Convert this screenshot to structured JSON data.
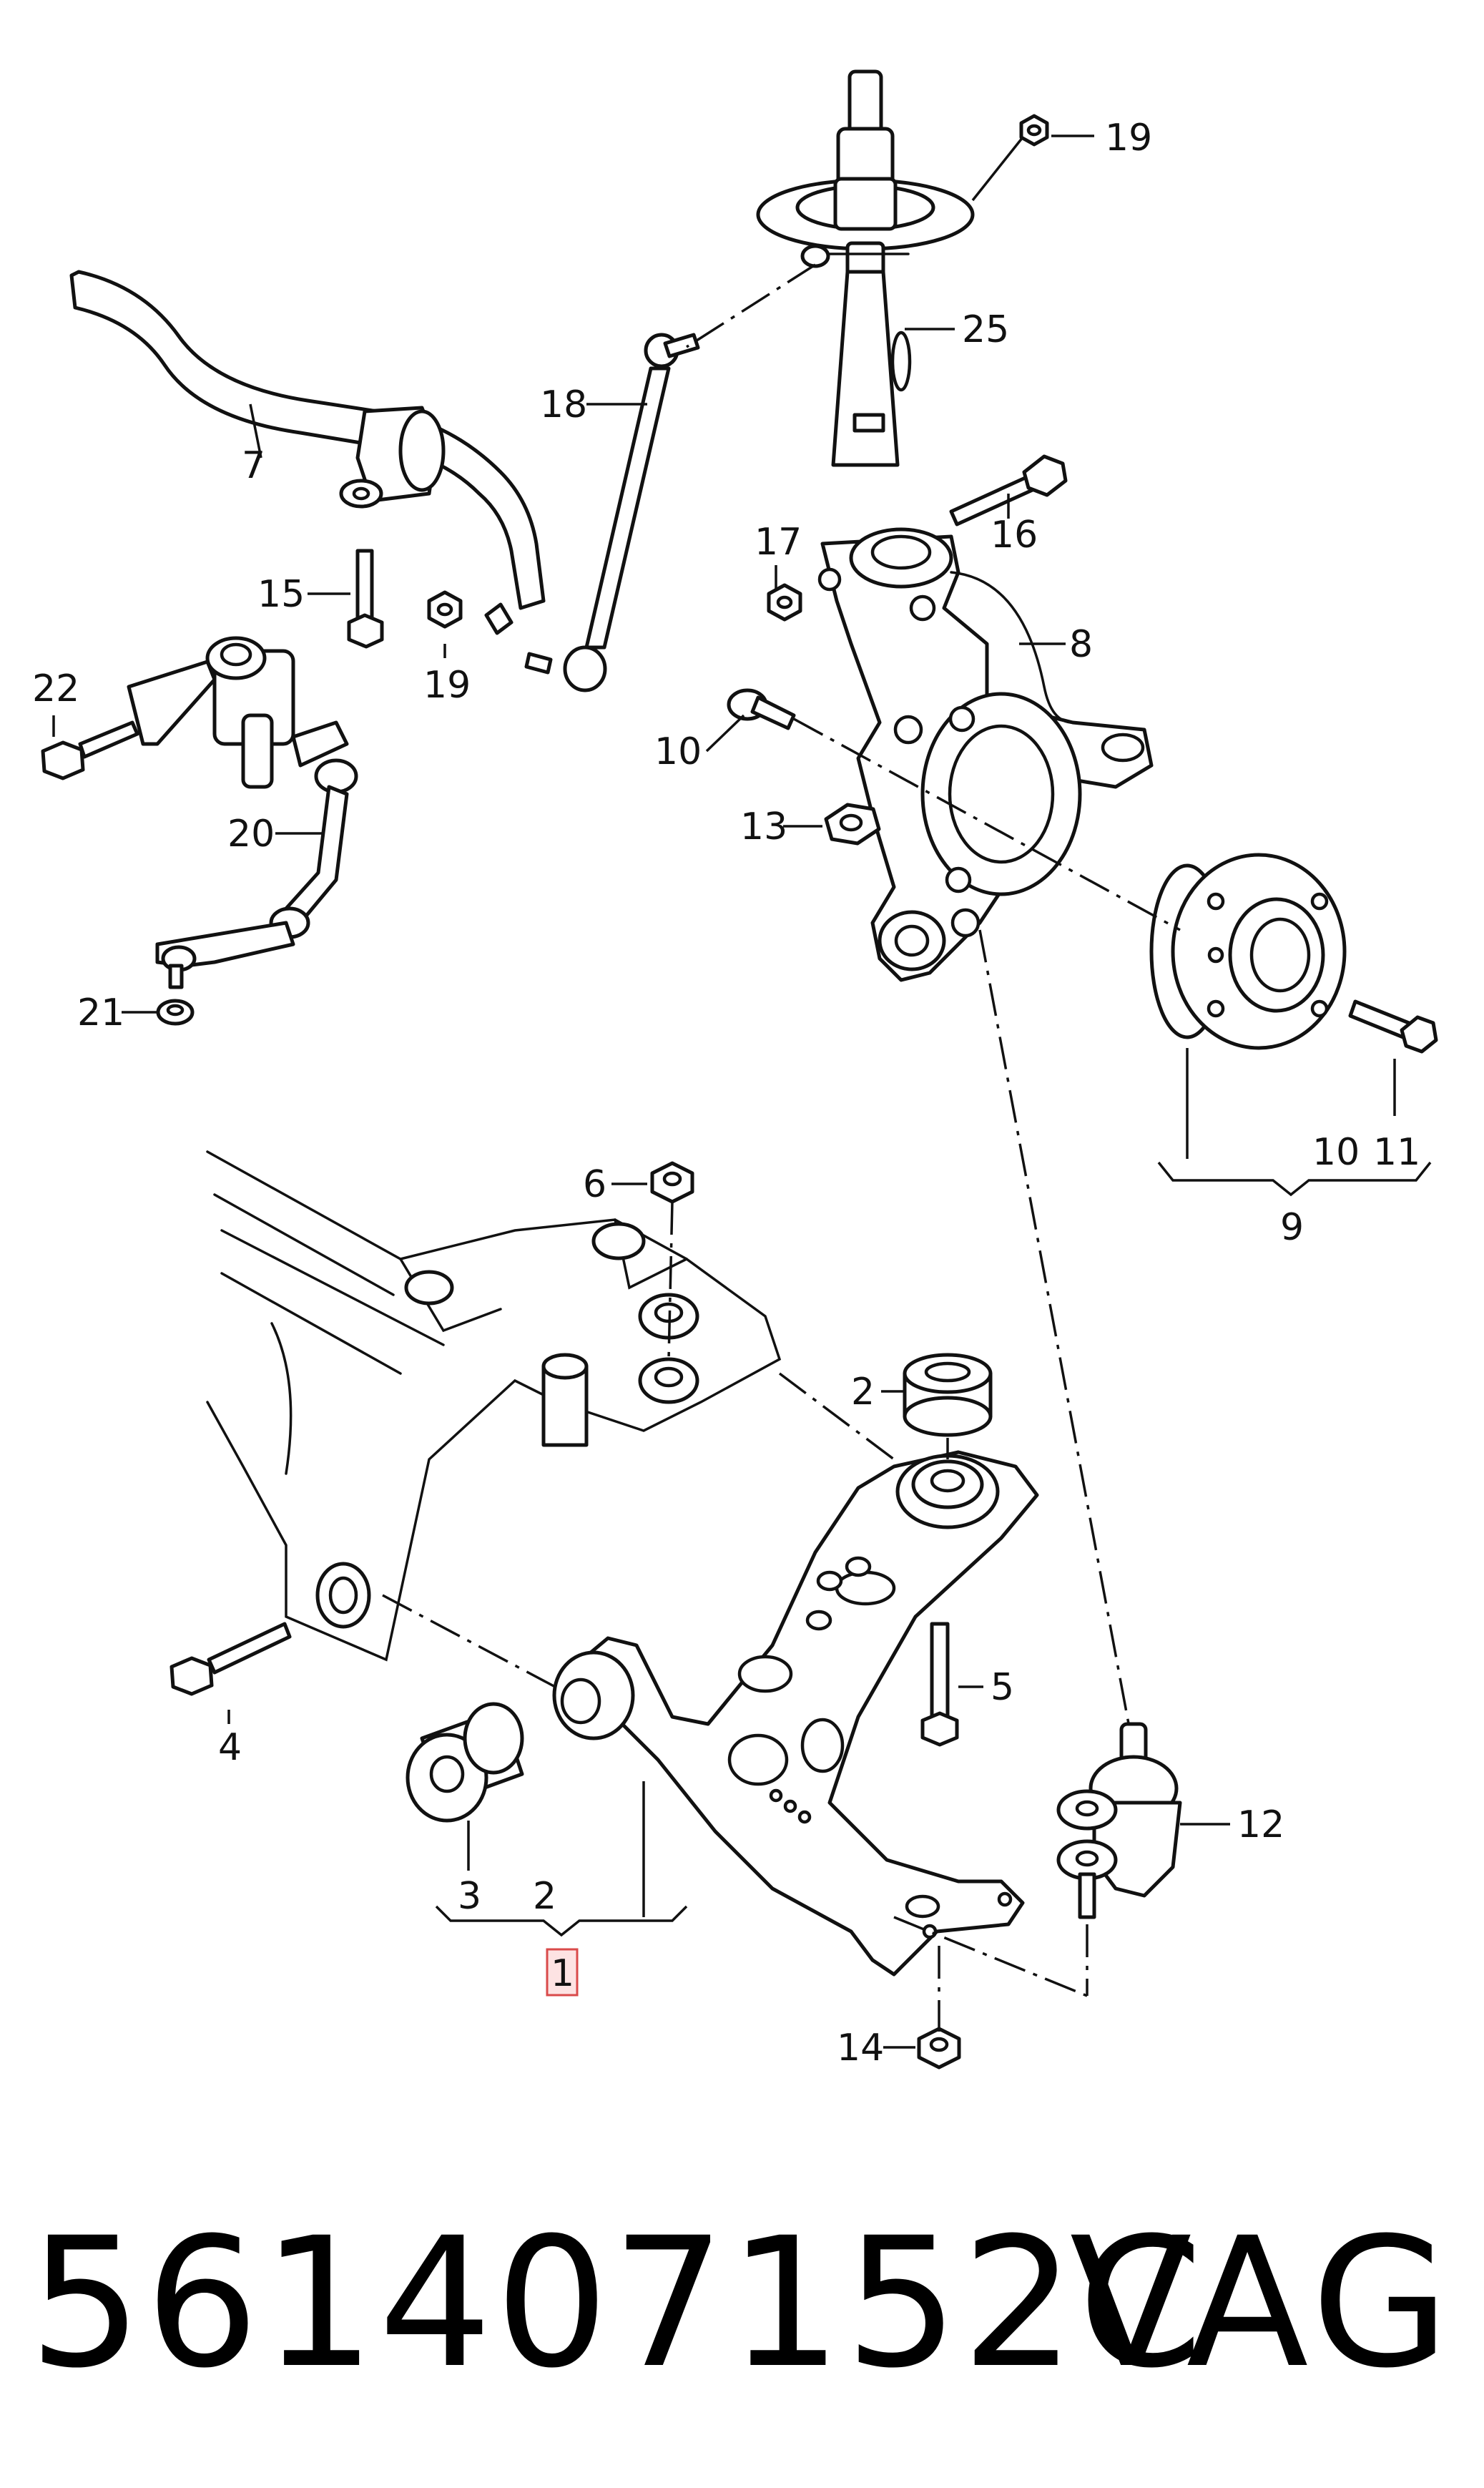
{
  "callouts": {
    "c19_top": "19",
    "c25": "25",
    "c7": "7",
    "c18": "18",
    "c16": "16",
    "c17": "17",
    "c8": "8",
    "c15": "15",
    "c19_mid": "19",
    "c22": "22",
    "c10_bolt": "10",
    "c13": "13",
    "c20": "20",
    "c21": "21",
    "c10_hub": "10",
    "c11": "11",
    "c9": "9",
    "c6": "6",
    "c2_top": "2",
    "c5": "5",
    "c4": "4",
    "c12": "12",
    "c3": "3",
    "c2_bottom": "2",
    "c1": "1",
    "c14": "14"
  },
  "footer": {
    "part_number": "561407152C",
    "brand": "VAG"
  },
  "colors": {
    "line": "#111111",
    "highlight_fill": "#fde3e3",
    "highlight_stroke": "#d94a4a"
  }
}
